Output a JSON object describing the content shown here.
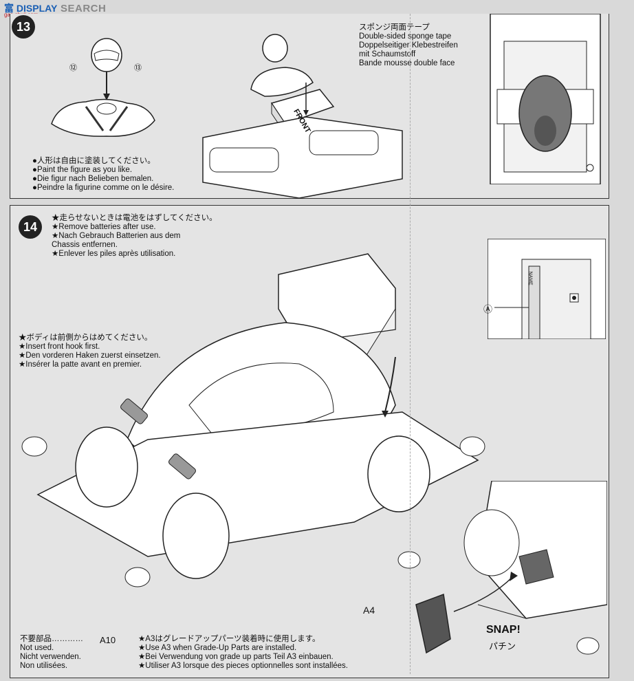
{
  "watermark": {
    "logo": "富 DISPLAY",
    "url": "gas-shuji.com",
    "search": "SEARCH"
  },
  "step13": {
    "number": "13",
    "part_callouts": [
      "⑫",
      "⑬"
    ],
    "sponge_label": [
      "スポンジ両面テープ",
      "Double-sided sponge tape",
      "Doppelseitiger Klebestreifen",
      "mit Schaumstoff",
      "Bande mousse double face"
    ],
    "front_label": "FRONT",
    "paint_notes": [
      "●人形は自由に塗装してください。",
      "●Paint the figure as you like.",
      "●Die figur nach Belieben bemalen.",
      "●Peindre la figurine comme on le désire."
    ]
  },
  "step14": {
    "number": "14",
    "battery_notes": [
      "★走らせないときは電池をはずしてください。",
      "★Remove batteries after use.",
      "★Nach Gebrauch Batterien aus dem",
      "Chassis entfernen.",
      "★Enlever les piles après utilisation."
    ],
    "body_notes": [
      "★ボディは前側からはめてください。",
      "★Insert front hook first.",
      "★Den vorderen Haken zuerst einsetzen.",
      "★Insérer la patte avant en premier."
    ],
    "detail_callout": "Ⓐ",
    "name_label": "NAME",
    "part_a4": "A4",
    "snap": "SNAP!",
    "snap_jp": "パチン",
    "not_used_code": "A10",
    "not_used_notes": [
      "不要部品…………",
      "Not used.",
      "Nicht verwenden.",
      "Non utilisées."
    ],
    "grade_up_notes": [
      "★A3はグレードアップパーツ装着時に使用します。",
      "★Use A3 when Grade-Up Parts are installed.",
      "★Bei Verwendung von grade up parts Teil A3 einbauen.",
      "★Utiliser A3 lorsque des pieces optionnelles sont installées."
    ]
  }
}
